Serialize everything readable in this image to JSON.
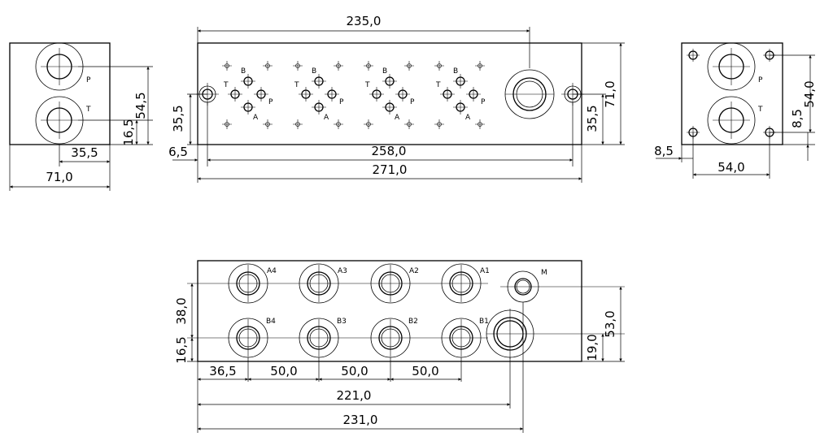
{
  "views": {
    "left_side": {
      "port_labels": [
        "P",
        "T"
      ],
      "dimensions": {
        "height_top": "54,5",
        "height_bottom": "16,5",
        "width_port": "35,5",
        "width_total": "71,0"
      }
    },
    "top": {
      "dimensions": {
        "width_235": "235,0",
        "width_258": "258,0",
        "width_271": "271,0",
        "offset_6_5": "6,5",
        "height_left": "35,5",
        "height_right": "35,5",
        "height_total": "71,0"
      },
      "station_labels": [
        "B",
        "T",
        "P",
        "A"
      ]
    },
    "right_side": {
      "port_labels": [
        "P",
        "T"
      ],
      "dimensions": {
        "height_54": "54,0",
        "height_8_5": "8,5",
        "width_8_5": "8,5",
        "width_54": "54,0"
      }
    },
    "front": {
      "port_labels_top": [
        "A4",
        "A3",
        "A2",
        "A1",
        "M"
      ],
      "port_labels_bottom": [
        "B4",
        "B3",
        "B2",
        "B1"
      ],
      "dimensions": {
        "height_38": "38,0",
        "height_16_5": "16,5",
        "width_36_5": "36,5",
        "pitch_1": "50,0",
        "pitch_2": "50,0",
        "pitch_3": "50,0",
        "width_221": "221,0",
        "width_231": "231,0",
        "height_19": "19,0",
        "height_53": "53,0"
      }
    }
  }
}
